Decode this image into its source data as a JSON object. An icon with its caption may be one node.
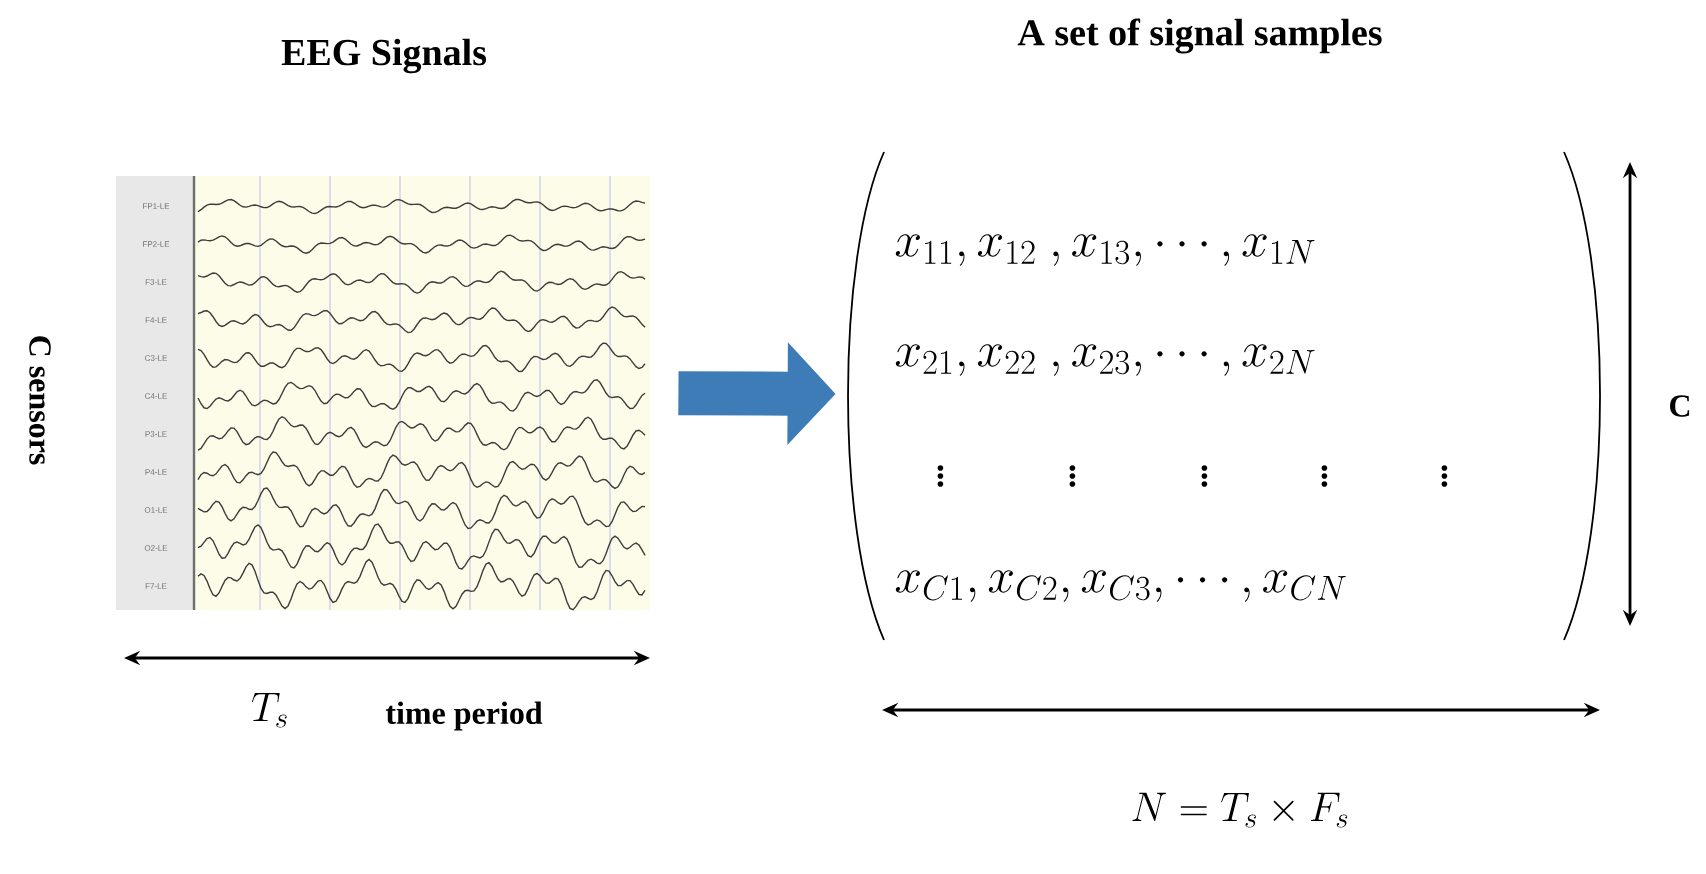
{
  "diagram": {
    "nodes": [
      {
        "text": [
          "EEG Signals",
          "FP1-LE",
          "FP2-LE",
          "F3-LE",
          "F4-LE",
          "C3-LE",
          "C4-LE",
          "P3-LE",
          "P4-LE",
          "O1-LE",
          "O2-LE",
          "F7-LE"
        ]
      },
      {
        "text": [
          "A set of signal samples",
          "x_{11}, x_{12}\\ , x_{13}, \\cdots, x_{1N}",
          "x_{21}, x_{22}\\ , x_{23}, \\cdots, x_{2N}",
          "\\vdots\\qquad\\ \\ \\vdots\\qquad\\ \\ \\vdots\\qquad\\ \\vdots\\qquad\\ \\vdots",
          "x_{C1}, x_{C2}, x_{C3}, \\cdots, x_{CN}"
        ]
      }
    ],
    "edges": [
      {
        "from": 0,
        "to": 1,
        "arrow": "to",
        "color": "#3e7cb8"
      }
    ],
    "labels": [
      "C sensors",
      "T_s",
      "time period",
      "C",
      "N = T_s \\times F_s"
    ]
  }
}
